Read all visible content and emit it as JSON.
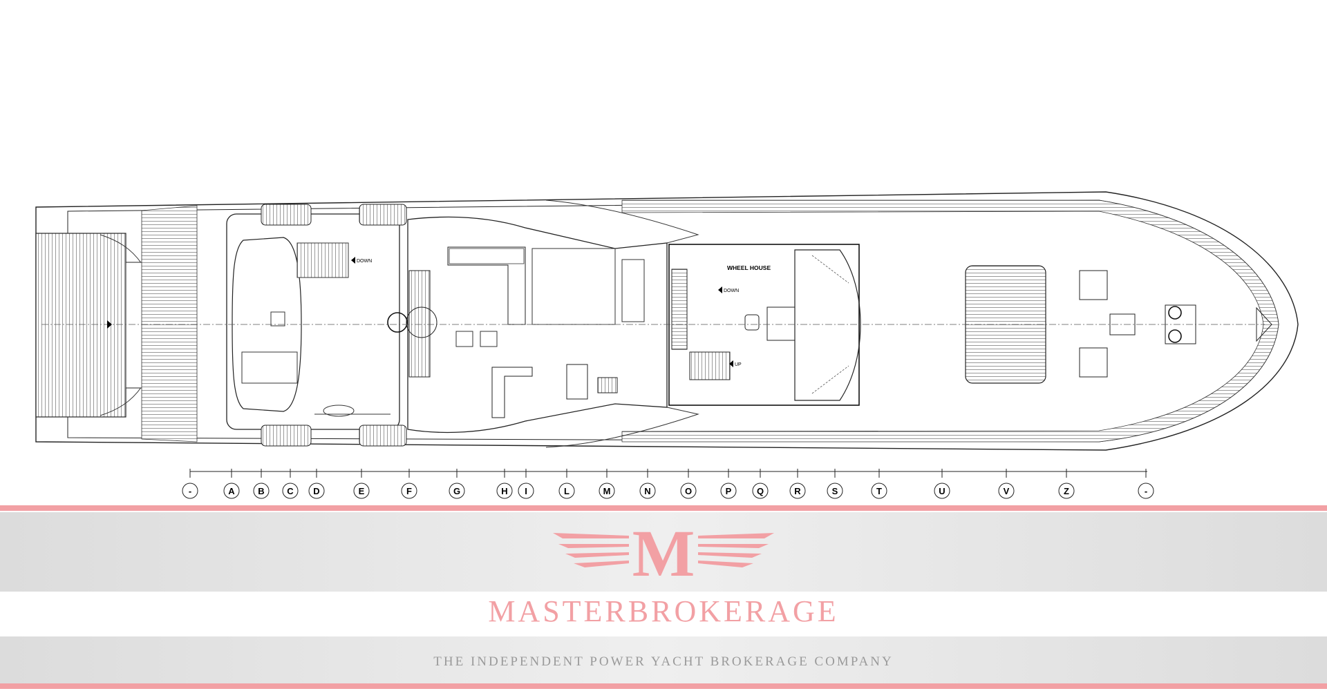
{
  "plan": {
    "labels": {
      "wheel_house": "WHEEL HOUSE",
      "down_aft": "DOWN",
      "down_fwd": "DOWN",
      "up": "UP"
    },
    "stations": [
      "-",
      "A",
      "B",
      "C",
      "D",
      "E",
      "F",
      "G",
      "H",
      "I",
      "L",
      "M",
      "N",
      "O",
      "P",
      "Q",
      "R",
      "S",
      "T",
      "U",
      "V",
      "Z",
      "-"
    ]
  },
  "brand": {
    "logo_letter": "M",
    "name": "MASTERBROKERAGE",
    "tagline": "THE INDEPENDENT POWER YACHT BROKERAGE COMPANY"
  },
  "colors": {
    "accent": "#f2a0a4",
    "line": "#222222",
    "band": "#e6e6e6"
  }
}
